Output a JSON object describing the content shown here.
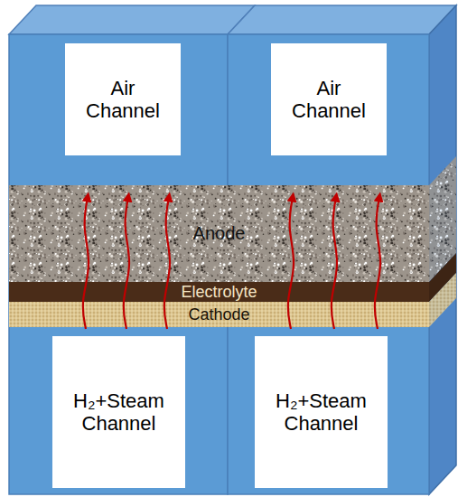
{
  "diagram": {
    "nodes": [
      {
        "text": [
          "Air Channel"
        ]
      },
      {
        "text": [
          "Air Channel"
        ]
      },
      {
        "text": [
          "Anode"
        ]
      },
      {
        "text": [
          "Electrolyte"
        ]
      },
      {
        "text": [
          "Cathode"
        ]
      },
      {
        "text": [
          "H₂+Steam Channel"
        ]
      },
      {
        "text": [
          "H₂+Steam Channel"
        ]
      }
    ]
  }
}
